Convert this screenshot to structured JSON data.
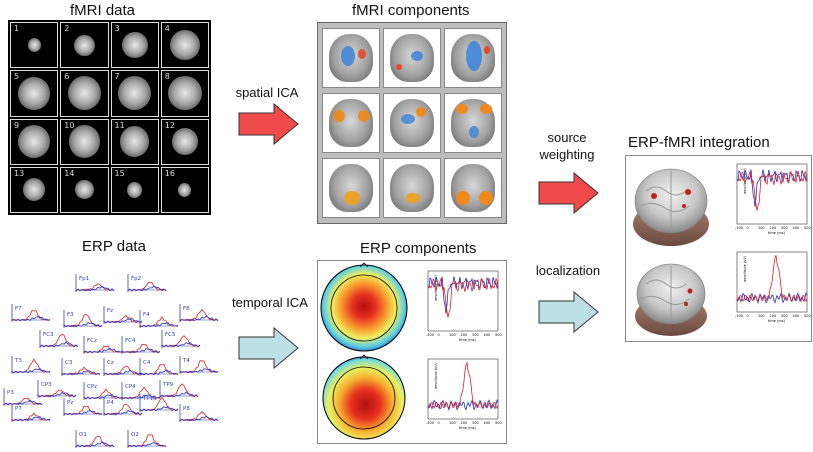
{
  "titles": {
    "fmri_data": "fMRI data",
    "fmri_components": "fMRI components",
    "erp_data": "ERP data",
    "erp_components": "ERP components",
    "integration": "ERP-fMRI integration"
  },
  "arrows": {
    "spatial_ica": "spatial ICA",
    "temporal_ica": "temporal ICA",
    "source_weighting_1": "source",
    "source_weighting_2": "weighting",
    "localization": "localization"
  },
  "slice_numbers": [
    "1",
    "2",
    "3",
    "4",
    "5",
    "6",
    "7",
    "8",
    "9",
    "10",
    "11",
    "12",
    "13",
    "14",
    "15",
    "16"
  ],
  "electrodes": [
    "Fp1",
    "Fp2",
    "F7",
    "F3",
    "Fz",
    "F4",
    "F8",
    "FC3",
    "FCz",
    "FC4",
    "FC5",
    "T3",
    "C3",
    "Cz",
    "C4",
    "T4",
    "CP3",
    "CPz",
    "CP4",
    "TP9",
    "P3",
    "Pz",
    "P4",
    "TP10",
    "P7",
    "P8",
    "O1",
    "O2"
  ],
  "axis_text": {
    "ylabel": "amplitude (uV)",
    "xlabel": "time (ms)",
    "xticks": [
      "-100",
      "0",
      "100",
      "200",
      "300",
      "400",
      "500"
    ]
  },
  "colors": {
    "red_arrow": "#f04a4a",
    "blue_arrow": "#bde0e6",
    "series_red": "#e02020",
    "series_blue": "#2030c0"
  }
}
